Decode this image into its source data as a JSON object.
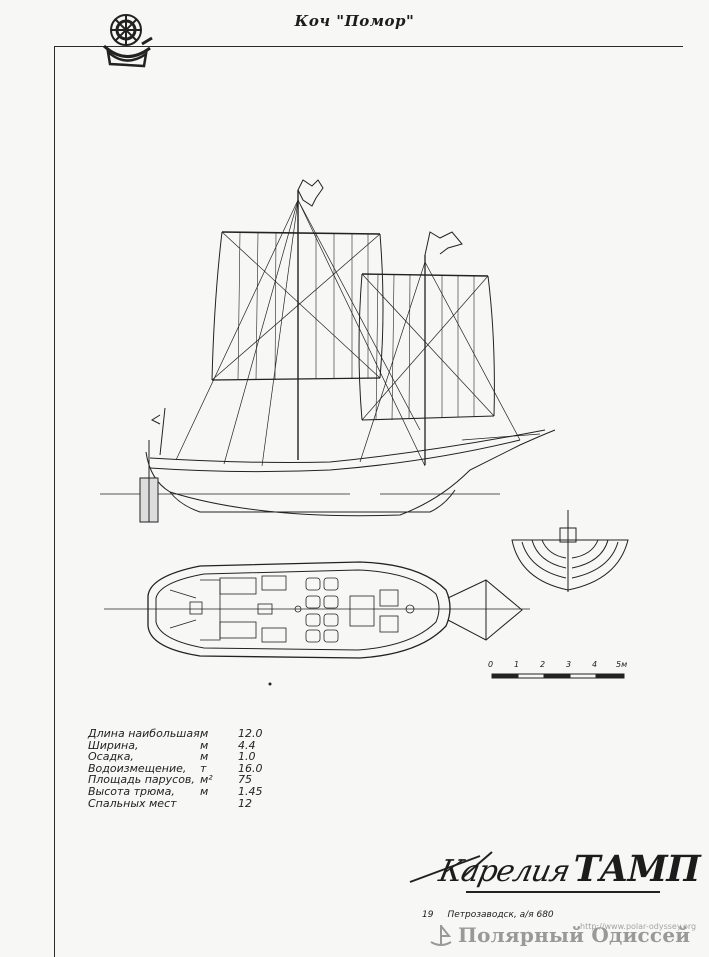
{
  "header": {
    "title": "Коч \"Помор\""
  },
  "specs": [
    {
      "label": "Длина наибольшая,",
      "unit": "м",
      "value": "12.0"
    },
    {
      "label": "Ширина,",
      "unit": "м",
      "value": "4.4"
    },
    {
      "label": "Осадка,",
      "unit": "м",
      "value": "1.0"
    },
    {
      "label": "Водоизмещение,",
      "unit": "т",
      "value": "16.0"
    },
    {
      "label": "Площадь парусов,",
      "unit": "м²",
      "value": "75"
    },
    {
      "label": "Высота трюма,",
      "unit": "м",
      "value": "1.45"
    },
    {
      "label": "Спальных мест",
      "unit": "",
      "value": "12"
    }
  ],
  "scale": {
    "ticks": [
      "0",
      "1",
      "2",
      "3",
      "4",
      "5м"
    ]
  },
  "brand": {
    "script": "Карелия",
    "roman": "ТАМП"
  },
  "footer": {
    "left": "19",
    "right": "Петрозаводск, а/я 680"
  },
  "watermark": {
    "name": "Полярный Одиссей",
    "url": "http://www.polar-odyssey.org"
  },
  "icons": {
    "logo": "ship-wheel-logo-icon",
    "watermark_logo": "watermark-logo-icon"
  }
}
